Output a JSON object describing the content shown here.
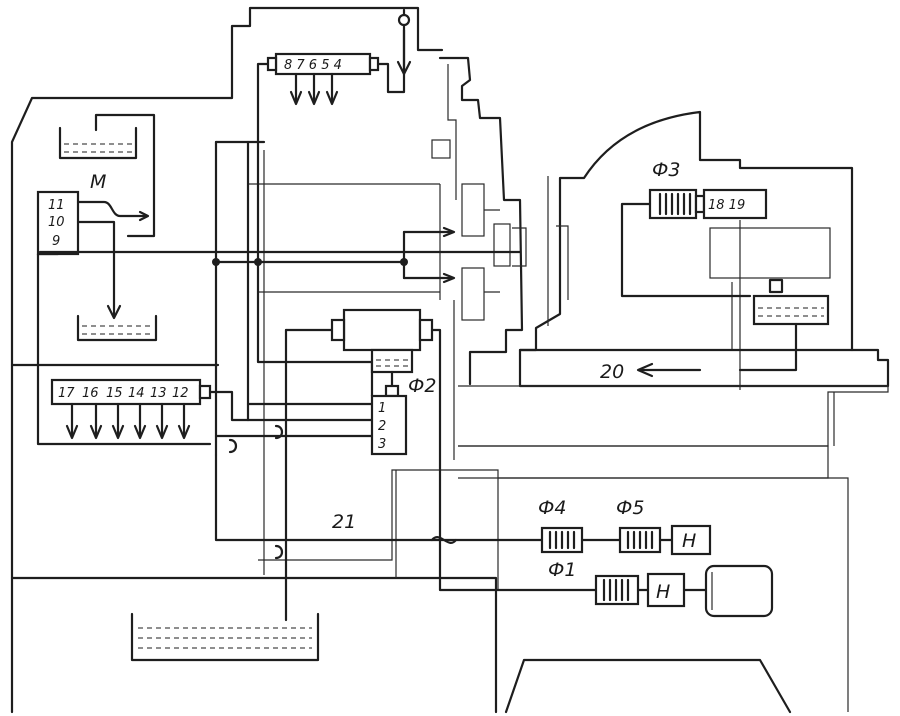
{
  "labels": {
    "manifold_top": "8 7 6 5 4",
    "manifold_left": [
      "17",
      "16",
      "15",
      "14",
      "13",
      "12"
    ],
    "block_m": "М",
    "block_m_ports": [
      "11",
      "10",
      "9"
    ],
    "f2": "Ф2",
    "f2_ports": [
      "1",
      "2",
      "3"
    ],
    "f3": "Ф3",
    "f3_outlet": "18 19",
    "twenty": "20",
    "twentyone": "21",
    "f4": "Ф4",
    "f5": "Ф5",
    "f1": "Ф1",
    "pump_a": "Н",
    "pump_b": "Н"
  }
}
